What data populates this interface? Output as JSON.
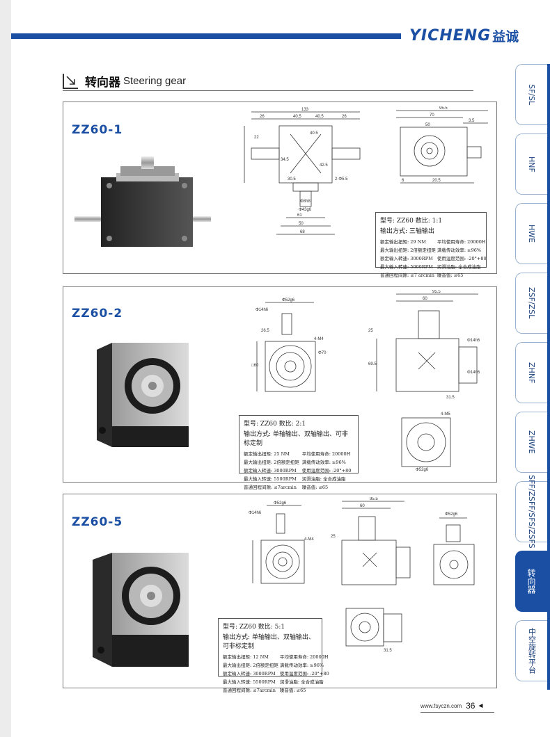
{
  "header": {
    "logo_en": "YICHENG",
    "logo_cn": "益诚"
  },
  "section": {
    "title_cn": "转向器",
    "title_en": "Steering gear"
  },
  "tabs": [
    {
      "label": "SF/SL",
      "active": false
    },
    {
      "label": "HNF",
      "active": false
    },
    {
      "label": "HWE",
      "active": false
    },
    {
      "label": "ZSF/ZSL",
      "active": false
    },
    {
      "label": "ZHNF",
      "active": false
    },
    {
      "label": "ZHWE",
      "active": false
    },
    {
      "label": "SFF/ZSFF/SFS/ZSFS",
      "active": false
    },
    {
      "label": "转向器",
      "active": true
    },
    {
      "label": "中空旋转平台",
      "active": false
    }
  ],
  "products": [
    {
      "model": "ZZ60-1",
      "spec": {
        "model_line": "型号: ZZ60        数比: 1:1",
        "output_line": "输出方式: 三轴输出",
        "rows": [
          [
            "额定输出扭矩: 29 NM",
            "平均使用寿命: 20000H"
          ],
          [
            "最大输出扭矩: 2倍额定扭矩",
            "满载传动效率: ≥96%"
          ],
          [
            "额定输入转速: 3000RPM",
            "使用温度范围: -20°+80"
          ],
          [
            "最大输入转速: 5000RPM",
            "润滑油脂: 全合成油脂"
          ],
          [
            "普通回程间隙: ≤7 arcmin",
            "噪音值: ≤65"
          ]
        ]
      },
      "dims": [
        "133",
        "26",
        "40.5",
        "40.5",
        "26",
        "22",
        "40.5",
        "95.5",
        "70",
        "3.5",
        "50",
        "34.5",
        "42.5",
        "30.5",
        "6",
        "20.5",
        "2-Φ5.5",
        "61",
        "50",
        "68",
        "Φ43g6",
        "Φ8h8"
      ]
    },
    {
      "model": "ZZ60-2",
      "spec": {
        "model_line": "型号: ZZ60        数比: 2:1",
        "output_line": "输出方式: 单轴输出、双轴输出、可非标定制",
        "rows": [
          [
            "额定输出扭矩: 25 NM",
            "平均使用寿命: 20000H"
          ],
          [
            "最大输出扭矩: 2倍额定扭矩",
            "满载传动效率: ≥96%"
          ],
          [
            "额定输入转速: 3000RPM",
            "使用温度范围: -20°+80"
          ],
          [
            "最大输入转速: 5500RPM",
            "润滑油脂: 全合成油脂"
          ],
          [
            "普通回程间隙: ≤7arcmin",
            "噪音值: ≤65"
          ]
        ]
      },
      "dims": [
        "Φ52g6",
        "Φ14h6",
        "26.5",
        "4-M4",
        "Φ70",
        "□60",
        "95.5",
        "60",
        "25",
        "Φ14h6",
        "69.5",
        "Φ14h6",
        "31.5",
        "4-M5",
        "Φ52g6"
      ]
    },
    {
      "model": "ZZ60-5",
      "spec": {
        "model_line": "型号: ZZ60        数比: 5:1",
        "output_line": "输出方式: 单轴输出、双轴输出、可非标定制",
        "rows": [
          [
            "额定输出扭矩: 12 NM",
            "平均使用寿命: 20000H"
          ],
          [
            "最大输出扭矩: 2倍额定扭矩",
            "满载传动效率: ≥96%"
          ],
          [
            "额定输入转速: 3000RPM",
            "使用温度范围: -20°+80"
          ],
          [
            "最大输入转速: 5500RPM",
            "润滑油脂: 全合成油脂"
          ],
          [
            "普通回程间隙: ≤7arcmin",
            "噪音值: ≤65"
          ]
        ]
      },
      "dims": [
        "Φ52g6",
        "Φ14h6",
        "4-M4",
        "95.5",
        "60",
        "25",
        "Φ52g6",
        "31.5"
      ]
    }
  ],
  "footer": {
    "url": "www.fsyczn.com",
    "page": "36"
  }
}
